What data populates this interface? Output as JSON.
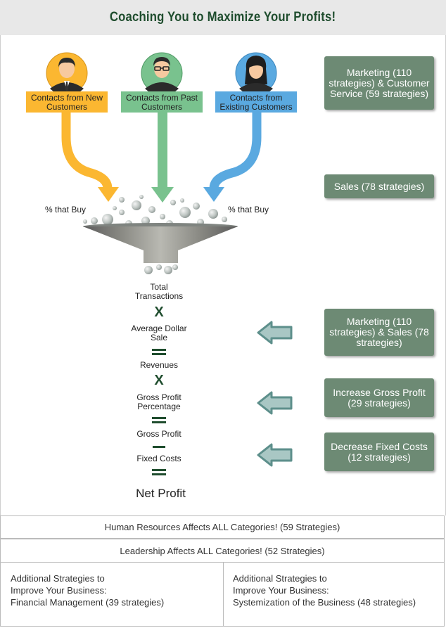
{
  "title": "Coaching You to Maximize Your Profits!",
  "contacts": [
    {
      "label": "Contacts from New Customers",
      "color": "#fbb731",
      "icon": "businessman-icon"
    },
    {
      "label": "Contacts from Past Customers",
      "color": "#79c28e",
      "icon": "man-glasses-icon"
    },
    {
      "label": "Contacts from Existing Customers",
      "color": "#5aa9e0",
      "icon": "woman-icon"
    }
  ],
  "buy_left": "% that Buy",
  "buy_right": "% that Buy",
  "formula": {
    "total_transactions": "Total Transactions",
    "times1": "X",
    "average_dollar_sale": "Average Dollar Sale",
    "revenues": "Revenues",
    "times2": "X",
    "gross_profit_percentage": "Gross Profit Percentage",
    "gross_profit": "Gross Profit",
    "fixed_costs": "Fixed Costs",
    "net_profit": "Net Profit"
  },
  "boxes": {
    "marketing_cs": "Marketing (110 strategies) & Customer Service (59 strategies)",
    "sales": "Sales (78 strategies)",
    "marketing_sales": "Marketing (110 strategies) & Sales (78 strategies)",
    "gross_profit": "Increase Gross Profit (29 strategies)",
    "fixed_costs": "Decrease Fixed Costs (12 strategies)"
  },
  "human_resources": "Human Resources Affects ALL Categories!  (59 Strategies)",
  "leadership": "Leadership Affects ALL Categories!   (52 Strategies)",
  "additional_left": {
    "line1": "Additional Strategies to",
    "line2": "Improve Your Business:",
    "line3": "Financial Management (39 strategies)"
  },
  "additional_right": {
    "line1": "Additional Strategies to",
    "line2": "Improve Your Business:",
    "line3": "Systemization of the Business  (48 strategies)"
  },
  "colors": {
    "title_text": "#1f4d2e",
    "box_green": "#6d8a74",
    "arrow_teal": "#5d8f8b"
  }
}
